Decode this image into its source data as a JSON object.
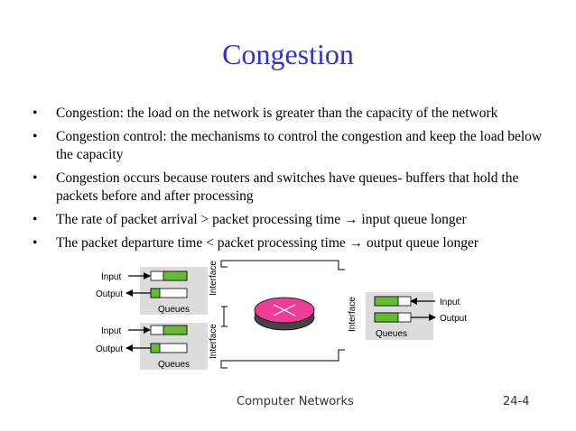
{
  "slide": {
    "title": "Congestion",
    "bullets": [
      "Congestion: the load on the network is greater than the capacity of the network",
      "Congestion control: the mechanisms to control the congestion and keep the load below the capacity",
      "Congestion occurs because routers and switches have queues- buffers that hold the packets before and after processing",
      "The rate of packet arrival > packet processing time → input queue longer",
      "The packet departure time < packet processing time → output queue longer"
    ],
    "bullet_symbol": "•"
  },
  "diagram": {
    "left_top": {
      "input": "Input",
      "output": "Output",
      "queues": "Queues",
      "interface": "Interface"
    },
    "left_bottom": {
      "input": "Input",
      "output": "Output",
      "queues": "Queues",
      "interface": "Interface"
    },
    "right": {
      "input": "Input",
      "output": "Output",
      "queues": "Queues",
      "interface": "Interface"
    },
    "colors": {
      "queue_fill": "#66bb33",
      "queue_panel": "#dcdcdc",
      "router": "#ee3d96"
    }
  },
  "footer": {
    "course": "Computer Networks",
    "page": "24-4"
  }
}
